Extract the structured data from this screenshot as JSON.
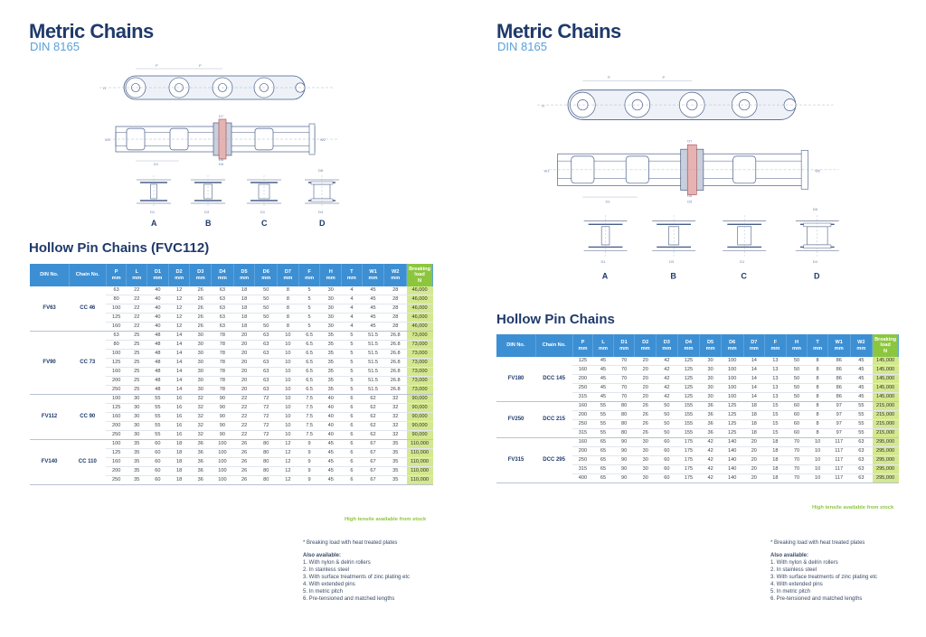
{
  "left": {
    "title": "Metric Chains",
    "subtitle": "DIN 8165",
    "section_title": "Hollow Pin Chains (FVC112)",
    "variant_labels": [
      "A",
      "B",
      "C",
      "D"
    ],
    "dim_labels": [
      "P",
      "P",
      "H",
      "W1",
      "W2",
      "D7",
      "D6",
      "D5",
      "D1",
      "D1",
      "D3",
      "D4",
      "D8"
    ],
    "headers": [
      {
        "l1": "DIN No.",
        "l2": ""
      },
      {
        "l1": "Chain No.",
        "l2": ""
      },
      {
        "l1": "P",
        "l2": "mm"
      },
      {
        "l1": "L",
        "l2": "mm"
      },
      {
        "l1": "D1",
        "l2": "mm"
      },
      {
        "l1": "D2",
        "l2": "mm"
      },
      {
        "l1": "D3",
        "l2": "mm"
      },
      {
        "l1": "D4",
        "l2": "mm"
      },
      {
        "l1": "D5",
        "l2": "mm"
      },
      {
        "l1": "D6",
        "l2": "mm"
      },
      {
        "l1": "D7",
        "l2": "mm"
      },
      {
        "l1": "F",
        "l2": "mm"
      },
      {
        "l1": "H",
        "l2": "mm"
      },
      {
        "l1": "T",
        "l2": "mm"
      },
      {
        "l1": "W1",
        "l2": "mm"
      },
      {
        "l1": "W2",
        "l2": "mm"
      },
      {
        "l1": "Breaking load",
        "l2": "N"
      }
    ],
    "groups": [
      {
        "din": "FV63",
        "chain": "CC 46",
        "rows": [
          [
            "63",
            "22",
            "40",
            "12",
            "26",
            "63",
            "18",
            "50",
            "8",
            "5",
            "30",
            "4",
            "45",
            "28",
            "46,000"
          ],
          [
            "80",
            "22",
            "40",
            "12",
            "26",
            "63",
            "18",
            "50",
            "8",
            "5",
            "30",
            "4",
            "45",
            "28",
            "46,000"
          ],
          [
            "100",
            "22",
            "40",
            "12",
            "26",
            "63",
            "18",
            "50",
            "8",
            "5",
            "30",
            "4",
            "45",
            "28",
            "46,000"
          ],
          [
            "125",
            "22",
            "40",
            "12",
            "26",
            "63",
            "18",
            "50",
            "8",
            "5",
            "30",
            "4",
            "45",
            "28",
            "46,000"
          ],
          [
            "160",
            "22",
            "40",
            "12",
            "26",
            "63",
            "18",
            "50",
            "8",
            "5",
            "30",
            "4",
            "45",
            "28",
            "46,000"
          ]
        ]
      },
      {
        "din": "FV90",
        "chain": "CC 73",
        "rows": [
          [
            "63",
            "25",
            "48",
            "14",
            "30",
            "78",
            "20",
            "63",
            "10",
            "6.5",
            "35",
            "5",
            "51.5",
            "26.8",
            "73,000"
          ],
          [
            "80",
            "25",
            "48",
            "14",
            "30",
            "78",
            "20",
            "63",
            "10",
            "6.5",
            "35",
            "5",
            "51.5",
            "26.8",
            "73,000"
          ],
          [
            "100",
            "25",
            "48",
            "14",
            "30",
            "78",
            "20",
            "63",
            "10",
            "6.5",
            "35",
            "5",
            "51.5",
            "26.8",
            "73,000"
          ],
          [
            "125",
            "25",
            "48",
            "14",
            "30",
            "78",
            "20",
            "63",
            "10",
            "6.5",
            "35",
            "5",
            "51.5",
            "26.8",
            "73,000"
          ],
          [
            "160",
            "25",
            "48",
            "14",
            "30",
            "78",
            "20",
            "63",
            "10",
            "6.5",
            "35",
            "5",
            "51.5",
            "26.8",
            "73,000"
          ],
          [
            "200",
            "25",
            "48",
            "14",
            "30",
            "78",
            "20",
            "63",
            "10",
            "6.5",
            "35",
            "5",
            "51.5",
            "26.8",
            "73,000"
          ],
          [
            "250",
            "25",
            "48",
            "14",
            "30",
            "78",
            "20",
            "63",
            "10",
            "6.5",
            "35",
            "5",
            "51.5",
            "26.8",
            "73,000"
          ]
        ]
      },
      {
        "din": "FV112",
        "chain": "CC 90",
        "rows": [
          [
            "100",
            "30",
            "55",
            "16",
            "32",
            "90",
            "22",
            "72",
            "10",
            "7.5",
            "40",
            "6",
            "62",
            "32",
            "90,000"
          ],
          [
            "125",
            "30",
            "55",
            "16",
            "32",
            "90",
            "22",
            "72",
            "10",
            "7.5",
            "40",
            "6",
            "62",
            "32",
            "90,000"
          ],
          [
            "160",
            "30",
            "55",
            "16",
            "32",
            "90",
            "22",
            "72",
            "10",
            "7.5",
            "40",
            "6",
            "62",
            "32",
            "90,000"
          ],
          [
            "200",
            "30",
            "55",
            "16",
            "32",
            "90",
            "22",
            "72",
            "10",
            "7.5",
            "40",
            "6",
            "62",
            "32",
            "90,000"
          ],
          [
            "250",
            "30",
            "55",
            "16",
            "32",
            "90",
            "22",
            "72",
            "10",
            "7.5",
            "40",
            "6",
            "62",
            "32",
            "90,000"
          ]
        ]
      },
      {
        "din": "FV140",
        "chain": "CC 110",
        "rows": [
          [
            "100",
            "35",
            "60",
            "18",
            "36",
            "100",
            "26",
            "80",
            "12",
            "9",
            "45",
            "6",
            "67",
            "35",
            "110,000"
          ],
          [
            "125",
            "35",
            "60",
            "18",
            "36",
            "100",
            "26",
            "80",
            "12",
            "9",
            "45",
            "6",
            "67",
            "35",
            "110,000"
          ],
          [
            "160",
            "35",
            "60",
            "18",
            "36",
            "100",
            "26",
            "80",
            "12",
            "9",
            "45",
            "6",
            "67",
            "35",
            "110,000"
          ],
          [
            "200",
            "35",
            "60",
            "18",
            "36",
            "100",
            "26",
            "80",
            "12",
            "9",
            "45",
            "6",
            "67",
            "35",
            "110,000"
          ],
          [
            "250",
            "35",
            "60",
            "18",
            "36",
            "100",
            "26",
            "80",
            "12",
            "9",
            "45",
            "6",
            "67",
            "35",
            "110,000"
          ]
        ]
      }
    ],
    "high_tensile": "High tensile available from stock",
    "footnote": "*  Breaking load with heat treated plates",
    "also_title": "Also available:",
    "also_items": [
      "1. With nylon & delrin rollers",
      "2. In stainless steel",
      "3. With surface treatments of zinc plating etc",
      "4. With extended pins",
      "5. In metric pitch",
      "6. Pre-tensioned and matched lengths"
    ]
  },
  "right": {
    "title": "Metric Chains",
    "subtitle": "DIN 8165",
    "section_title": "Hollow Pin Chains",
    "variant_labels": [
      "A",
      "B",
      "C",
      "D"
    ],
    "dim_labels": [
      "P",
      "P",
      "H",
      "W1",
      "W2",
      "D7",
      "D6",
      "D5",
      "D1",
      "D1",
      "D3",
      "D4",
      "D8"
    ],
    "headers": [
      {
        "l1": "DIN No.",
        "l2": ""
      },
      {
        "l1": "Chain No.",
        "l2": ""
      },
      {
        "l1": "P",
        "l2": "mm"
      },
      {
        "l1": "L",
        "l2": "mm"
      },
      {
        "l1": "D1",
        "l2": "mm"
      },
      {
        "l1": "D2",
        "l2": "mm"
      },
      {
        "l1": "D3",
        "l2": "mm"
      },
      {
        "l1": "D4",
        "l2": "mm"
      },
      {
        "l1": "D5",
        "l2": "mm"
      },
      {
        "l1": "D6",
        "l2": "mm"
      },
      {
        "l1": "D7",
        "l2": "mm"
      },
      {
        "l1": "F",
        "l2": "mm"
      },
      {
        "l1": "H",
        "l2": "mm"
      },
      {
        "l1": "T",
        "l2": "mm"
      },
      {
        "l1": "W1",
        "l2": "mm"
      },
      {
        "l1": "W2",
        "l2": "mm"
      },
      {
        "l1": "Breaking load",
        "l2": "N"
      }
    ],
    "groups": [
      {
        "din": "FV180",
        "chain": "DCC 145",
        "rows": [
          [
            "125",
            "45",
            "70",
            "20",
            "42",
            "125",
            "30",
            "100",
            "14",
            "13",
            "50",
            "8",
            "86",
            "45",
            "145,000"
          ],
          [
            "160",
            "45",
            "70",
            "20",
            "42",
            "125",
            "30",
            "100",
            "14",
            "13",
            "50",
            "8",
            "86",
            "45",
            "145,000"
          ],
          [
            "200",
            "45",
            "70",
            "20",
            "42",
            "125",
            "30",
            "100",
            "14",
            "13",
            "50",
            "8",
            "86",
            "45",
            "145,000"
          ],
          [
            "250",
            "45",
            "70",
            "20",
            "42",
            "125",
            "30",
            "100",
            "14",
            "13",
            "50",
            "8",
            "86",
            "45",
            "145,000"
          ],
          [
            "315",
            "45",
            "70",
            "20",
            "42",
            "125",
            "30",
            "100",
            "14",
            "13",
            "50",
            "8",
            "86",
            "45",
            "145,000"
          ]
        ]
      },
      {
        "din": "FV250",
        "chain": "DCC 215",
        "rows": [
          [
            "160",
            "55",
            "80",
            "26",
            "50",
            "155",
            "36",
            "125",
            "18",
            "15",
            "60",
            "8",
            "97",
            "55",
            "215,000"
          ],
          [
            "200",
            "55",
            "80",
            "26",
            "50",
            "155",
            "36",
            "125",
            "18",
            "15",
            "60",
            "8",
            "97",
            "55",
            "215,000"
          ],
          [
            "250",
            "55",
            "80",
            "26",
            "50",
            "155",
            "36",
            "125",
            "18",
            "15",
            "60",
            "8",
            "97",
            "55",
            "215,000"
          ],
          [
            "315",
            "55",
            "80",
            "26",
            "50",
            "155",
            "36",
            "125",
            "18",
            "15",
            "60",
            "8",
            "97",
            "55",
            "215,000"
          ]
        ]
      },
      {
        "din": "FV315",
        "chain": "DCC 295",
        "rows": [
          [
            "160",
            "65",
            "90",
            "30",
            "60",
            "175",
            "42",
            "140",
            "20",
            "18",
            "70",
            "10",
            "117",
            "63",
            "295,000"
          ],
          [
            "200",
            "65",
            "90",
            "30",
            "60",
            "175",
            "42",
            "140",
            "20",
            "18",
            "70",
            "10",
            "117",
            "63",
            "295,000"
          ],
          [
            "250",
            "65",
            "90",
            "30",
            "60",
            "175",
            "42",
            "140",
            "20",
            "18",
            "70",
            "10",
            "117",
            "63",
            "295,000"
          ],
          [
            "315",
            "65",
            "90",
            "30",
            "60",
            "175",
            "42",
            "140",
            "20",
            "18",
            "70",
            "10",
            "117",
            "63",
            "295,000"
          ],
          [
            "400",
            "65",
            "90",
            "30",
            "60",
            "175",
            "42",
            "140",
            "20",
            "18",
            "70",
            "10",
            "117",
            "63",
            "295,000"
          ]
        ]
      }
    ],
    "high_tensile": "High tensile available from stock",
    "footnote": "*  Breaking load with heat treated plates",
    "also_title": "Also available:",
    "also_items": [
      "1. With nylon & delrin rollers",
      "2. In stainless steel",
      "3. With surface treatments of zinc plating etc",
      "4. With extended pins",
      "5. In metric pitch",
      "6. Pre-tensioned and matched lengths"
    ]
  }
}
